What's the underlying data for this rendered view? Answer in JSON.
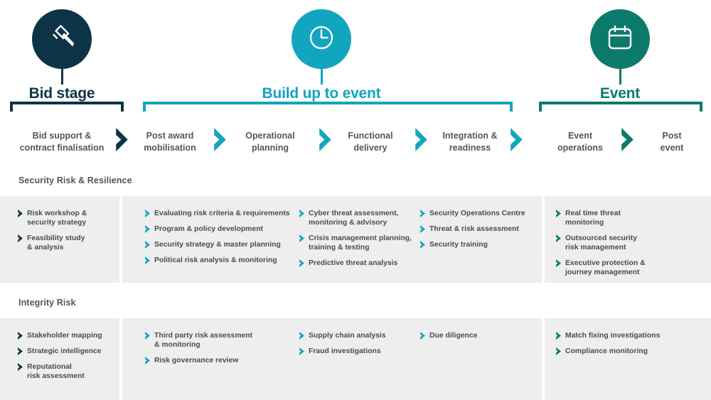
{
  "colors": {
    "bid": "#0d3446",
    "build": "#12a5c0",
    "event": "#0b7a6a",
    "panel": "#eeeeee",
    "text": "#4c4c4c",
    "step_text": "#565656",
    "section_title": "#555555",
    "background": "#ffffff"
  },
  "phases": [
    {
      "id": "bid",
      "title": "Bid stage",
      "icon": "gavel-icon",
      "color": "#0d3446"
    },
    {
      "id": "build",
      "title": "Build up to event",
      "icon": "clock-icon",
      "color": "#12a5c0"
    },
    {
      "id": "event",
      "title": "Event",
      "icon": "calendar-icon",
      "color": "#0b7a6a"
    }
  ],
  "timeline": [
    {
      "label": "Bid support &\ncontract finalisation",
      "phase": "bid"
    },
    {
      "label": "Post award\nmobilisation",
      "phase": "build"
    },
    {
      "label": "Operational\nplanning",
      "phase": "build"
    },
    {
      "label": "Functional\ndelivery",
      "phase": "build"
    },
    {
      "label": "Integration &\nreadiness",
      "phase": "build"
    },
    {
      "label": "Event\noperations",
      "phase": "event"
    },
    {
      "label": "Post\nevent",
      "phase": "event"
    }
  ],
  "sections": [
    {
      "title": "Security Risk & Resilience",
      "columns": [
        {
          "phase": "bid",
          "items": [
            "Risk workshop &\nsecurity strategy",
            "Feasibility study\n& analysis"
          ]
        },
        {
          "phase": "build",
          "items": [
            "Evaluating risk criteria & requirements",
            "Program & policy development",
            "Security strategy & master planning",
            "Political risk analysis & monitoring"
          ]
        },
        {
          "phase": "build",
          "items": [
            "Cyber threat assessment,\nmonitoring & advisory",
            "Crisis management planning,\ntraining & testing",
            "Predictive threat analysis"
          ]
        },
        {
          "phase": "build",
          "items": [
            "Security Operations Centre",
            "Threat & risk assessment",
            "Security training"
          ]
        },
        {
          "phase": "event",
          "items": [
            "Real time threat\nmonitoring",
            "Outsourced security\nrisk management",
            "Executive protection &\njourney management"
          ]
        }
      ]
    },
    {
      "title": "Integrity Risk",
      "columns": [
        {
          "phase": "bid",
          "items": [
            "Stakeholder mapping",
            "Strategic intelligence",
            "Reputational\nrisk assessment"
          ]
        },
        {
          "phase": "build",
          "items": [
            "Third party risk assessment\n& monitoring",
            "Risk governance review"
          ]
        },
        {
          "phase": "build",
          "items": [
            "Supply chain analysis",
            "Fraud investigations"
          ]
        },
        {
          "phase": "build",
          "items": [
            "Due diligence"
          ]
        },
        {
          "phase": "event",
          "items": [
            "Match fixing investigations",
            "Compliance monitoring"
          ]
        }
      ]
    }
  ]
}
